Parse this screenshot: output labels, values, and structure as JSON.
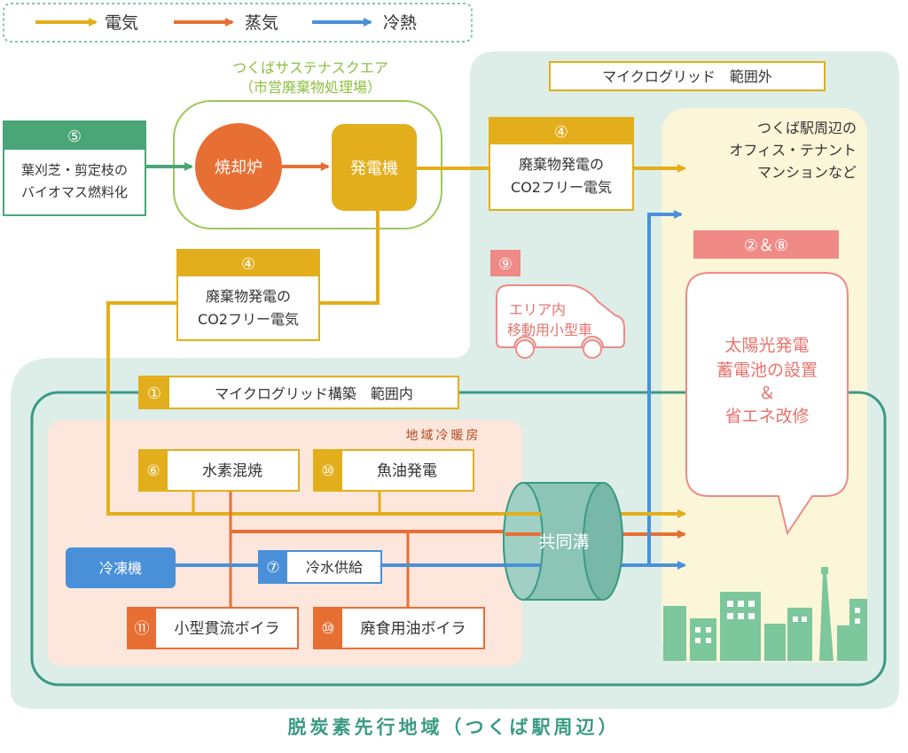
{
  "legend": {
    "electricity": "電気",
    "steam": "蒸気",
    "cold": "冷熱"
  },
  "colors": {
    "electricity": "#e3ae1b",
    "steam": "#e86f34",
    "cold": "#4a90d9",
    "green": "#4aa677",
    "teal": "#3b9a84",
    "pink": "#ef8a86",
    "region_bg": "#ddeee8",
    "heating_bg": "#fde6dc",
    "tenant_bg": "#fbf6d8",
    "city": "#7cc79b"
  },
  "sustain": {
    "title1": "つくばサステナスクエア",
    "title2": "（市営廃棄物処理場）",
    "incinerator": "焼却炉",
    "generator": "発電機"
  },
  "biomass": {
    "num": "⑤",
    "line1": "葉刈芝・剪定枝の",
    "line2": "バイオマス燃料化"
  },
  "waste_power_top": {
    "num": "④",
    "line1": "廃棄物発電の",
    "line2": "CO2フリー電気"
  },
  "waste_power_left": {
    "num": "④",
    "line1": "廃棄物発電の",
    "line2": "CO2フリー電気"
  },
  "microgrid_out": "マイクログリッド　範囲外",
  "tenants": {
    "line1": "つくば駅周辺の",
    "line2": "オフィス・テナント",
    "line3": "マンションなど"
  },
  "ev": {
    "num": "⑨",
    "line1": "エリア内",
    "line2": "移動用小型車"
  },
  "solar": {
    "num": "②＆⑧",
    "line1": "太陽光発電",
    "line2": "蓄電池の設置",
    "line3": "＆",
    "line4": "省エネ改修"
  },
  "microgrid_in": {
    "num": "①",
    "label": "マイクログリッド構築　範囲内"
  },
  "district_heating": "地域冷暖房",
  "hydrogen": {
    "num": "⑥",
    "label": "水素混焼"
  },
  "fish_oil": {
    "num": "⑩",
    "label": "魚油発電"
  },
  "chiller": "冷凍機",
  "cold_water": {
    "num": "⑦",
    "label": "冷水供給"
  },
  "small_boiler": {
    "num": "⑪",
    "label": "小型貫流ボイラ"
  },
  "waste_oil_boiler": {
    "num": "⑩",
    "label": "廃食用油ボイラ"
  },
  "utility_tunnel": "共同溝",
  "region_title": "脱炭素先行地域（つくば駅周辺）"
}
